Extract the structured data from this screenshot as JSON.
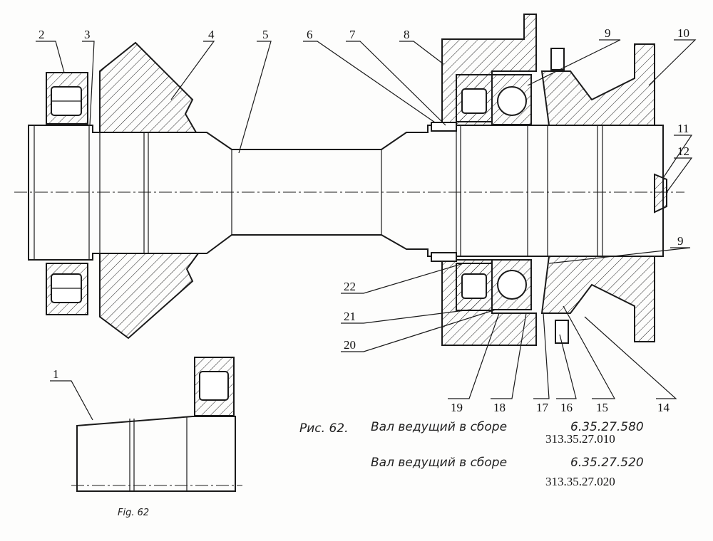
{
  "callouts": {
    "c1": "1",
    "c2": "2",
    "c3": "3",
    "c4": "4",
    "c5": "5",
    "c6": "6",
    "c7": "7",
    "c8": "8",
    "c9a": "9",
    "c9b": "9",
    "c10": "10",
    "c11": "11",
    "c12": "12",
    "c14": "14",
    "c15": "15",
    "c16": "16",
    "c17": "17",
    "c18": "18",
    "c19": "19",
    "c20": "20",
    "c21": "21",
    "c22": "22"
  },
  "caption": {
    "fig_label": "Рис. 62.",
    "line1_title": "Вал ведущий в сборе",
    "line1_code": "6.35.27.580",
    "line1_code2": "313.35.27.010",
    "line2_title": "Вал ведущий в сборе",
    "line2_code": "6.35.27.520",
    "line2_code2": "313.35.27.020"
  },
  "fig_tag": "Fig. 62"
}
